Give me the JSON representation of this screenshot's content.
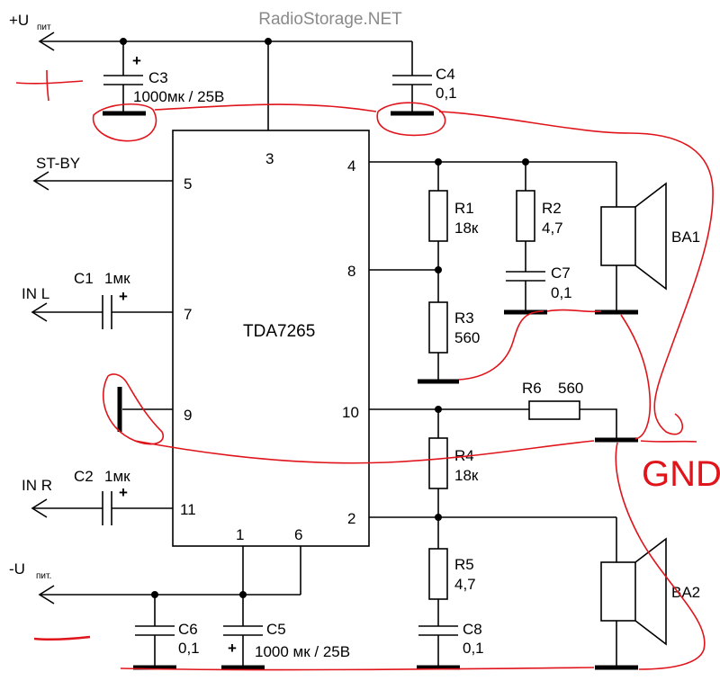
{
  "watermark": "RadioStorage.NET",
  "colors": {
    "wire": "#000000",
    "annotation": "#e0141b"
  },
  "ic": {
    "name": "TDA7265",
    "pins": {
      "p1": "1",
      "p2": "2",
      "p3": "3",
      "p4": "4",
      "p5": "5",
      "p6": "6",
      "p7": "7",
      "p8": "8",
      "p9": "9",
      "p10": "10",
      "p11": "11"
    }
  },
  "ports": {
    "vplus_main": "+U",
    "vplus_sub": "пит",
    "vminus_main": "-U",
    "vminus_sub": "пит.",
    "standby": "ST-BY",
    "in_left": "IN L",
    "in_right": "IN R"
  },
  "components": {
    "c1": {
      "ref": "C1",
      "value": "1мк"
    },
    "c2": {
      "ref": "C2",
      "value": "1мк"
    },
    "c3": {
      "ref": "C3",
      "value": "1000мк / 25В"
    },
    "c4": {
      "ref": "C4",
      "value": "0,1"
    },
    "c5": {
      "ref": "C5",
      "value": "1000 мк / 25В"
    },
    "c6": {
      "ref": "C6",
      "value": "0,1"
    },
    "c7": {
      "ref": "C7",
      "value": "0,1"
    },
    "c8": {
      "ref": "C8",
      "value": "0,1"
    },
    "r1": {
      "ref": "R1",
      "value": "18к"
    },
    "r2": {
      "ref": "R2",
      "value": "4,7"
    },
    "r3": {
      "ref": "R3",
      "value": "560"
    },
    "r4": {
      "ref": "R4",
      "value": "18к"
    },
    "r5": {
      "ref": "R5",
      "value": "4,7"
    },
    "r6": {
      "ref": "R6",
      "value": "560"
    },
    "ba1": {
      "ref": "BA1"
    },
    "ba2": {
      "ref": "BA2"
    }
  },
  "polarity": {
    "plus": "+"
  },
  "annotation": {
    "gnd_label": "GND"
  }
}
